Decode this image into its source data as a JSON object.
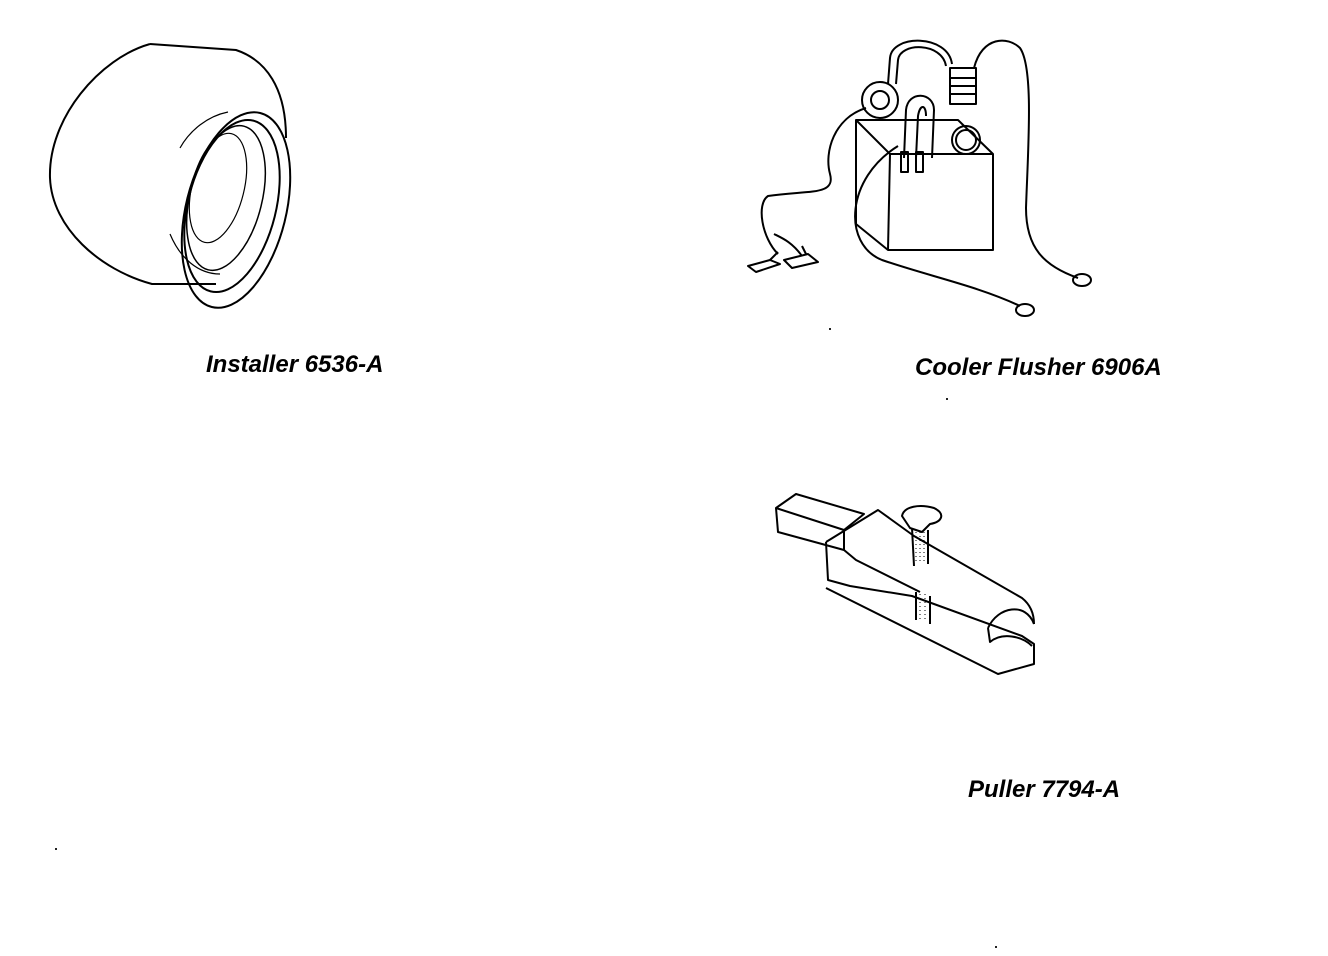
{
  "tools": [
    {
      "name": "Installer 6536-A",
      "icon": "installer-sleeve-icon"
    },
    {
      "name": "Cooler Flusher 6906A",
      "icon": "cooler-flusher-icon"
    },
    {
      "name": "Puller 7794-A",
      "icon": "puller-icon"
    }
  ],
  "colors": {
    "ink": "#000000",
    "paper": "#ffffff"
  }
}
